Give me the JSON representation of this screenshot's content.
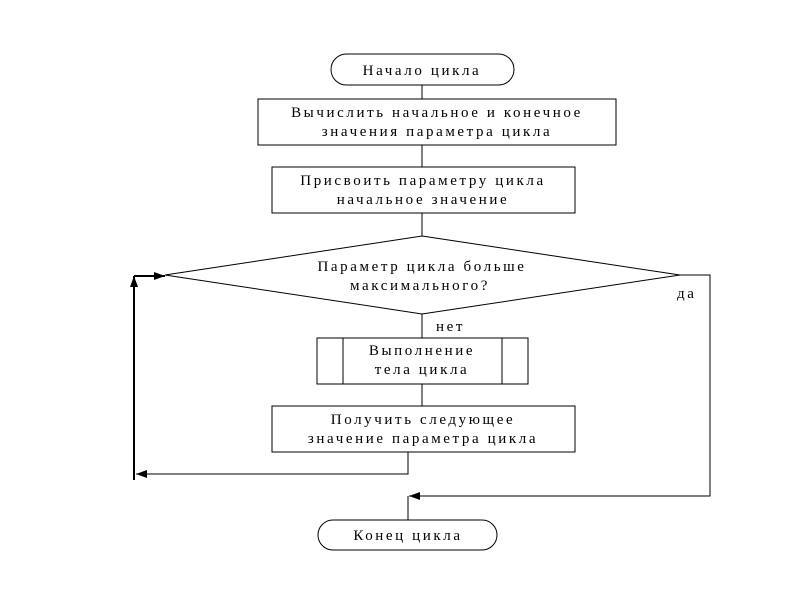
{
  "diagram": {
    "start": "Начало цикла",
    "compute": [
      "Вычислить начальное и конечное",
      "значения параметра цикла"
    ],
    "assign": [
      "Присвоить параметру цикла",
      "начальное значение"
    ],
    "condition": [
      "Параметр цикла больше",
      "максимального?"
    ],
    "no_label": "нет",
    "yes_label": "да",
    "body": [
      "Выполнение",
      "тела цикла"
    ],
    "next_value": [
      "Получить следующее",
      "значение параметра цикла"
    ],
    "end": "Конец цикла"
  }
}
